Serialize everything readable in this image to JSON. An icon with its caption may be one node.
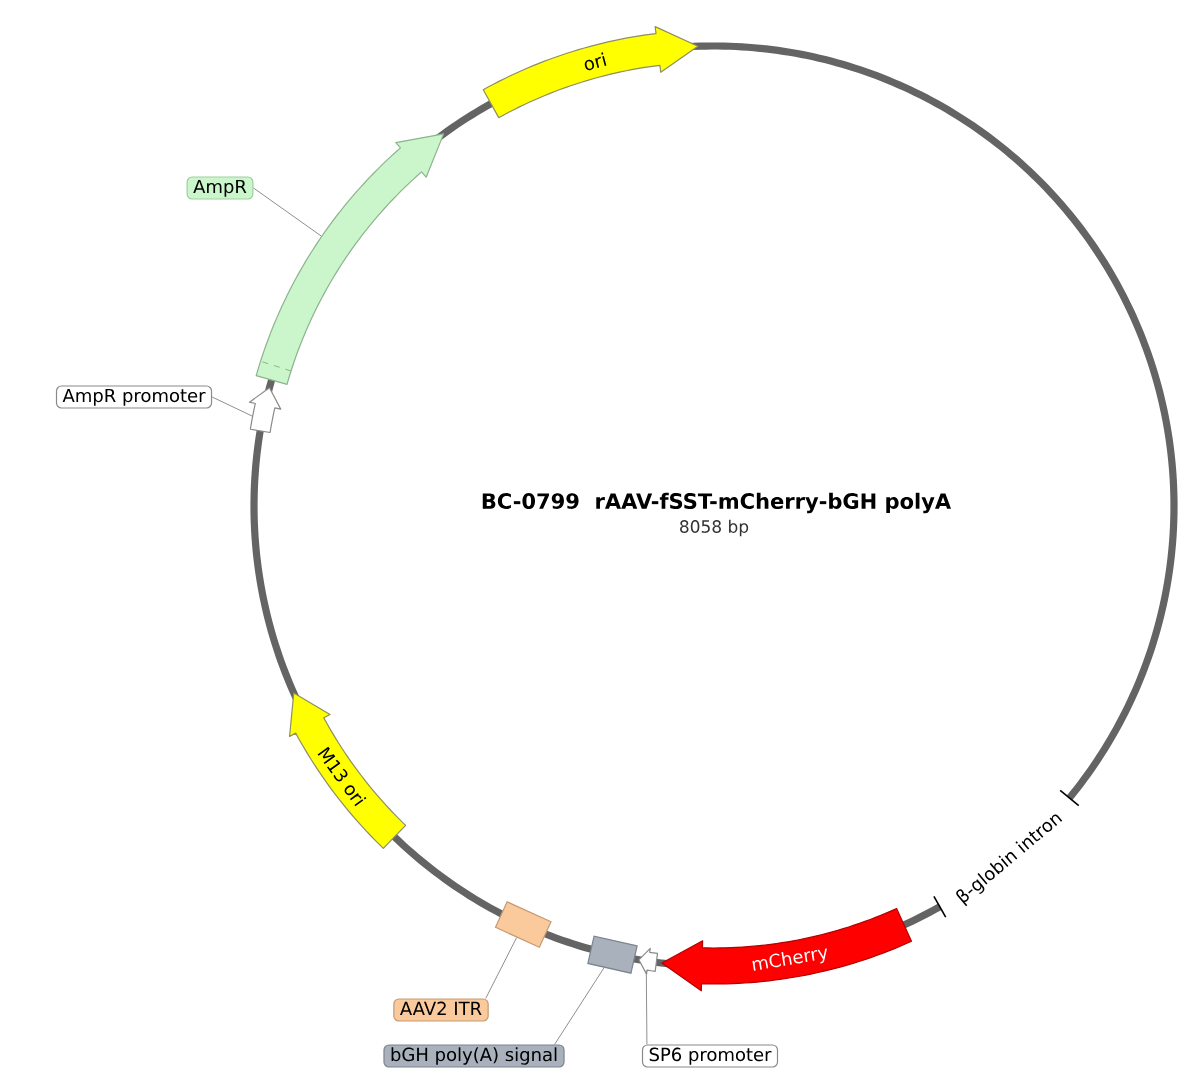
{
  "diagram": {
    "title": "BC-0799   rAAV-fSST-mCherry-bGH polyA",
    "nodes": [
      {
        "text": [
          "ori"
        ]
      },
      {
        "text": [
          "AmpR"
        ]
      },
      {
        "text": [],
        "shape": "arrow"
      },
      {
        "text": [
          "AmpR promoter"
        ]
      },
      {
        "text": [],
        "shape": "arrow"
      },
      {
        "text": [
          "M13 ori"
        ]
      },
      {
        "text": [],
        "shape": "box"
      },
      {
        "text": [
          "mCherry"
        ]
      },
      {
        "text": [],
        "shape": "box"
      },
      {
        "text": [],
        "shape": "arrow"
      },
      {
        "text": [
          "AAV2 ITR"
        ]
      },
      {
        "text": [
          "bGH poly(A) signal"
        ]
      },
      {
        "text": [
          "SP6 promoter"
        ]
      }
    ],
    "edges": [
      {
        "from": 1,
        "to": 2,
        "arrow": "none"
      },
      {
        "from": 3,
        "to": 4,
        "arrow": "none"
      },
      {
        "from": 10,
        "to": 6,
        "arrow": "none"
      },
      {
        "from": 11,
        "to": 8,
        "arrow": "none"
      },
      {
        "from": 12,
        "to": 9,
        "arrow": "none"
      }
    ],
    "labels": [
      "8058 bp",
      "β-globin intron"
    ]
  }
}
